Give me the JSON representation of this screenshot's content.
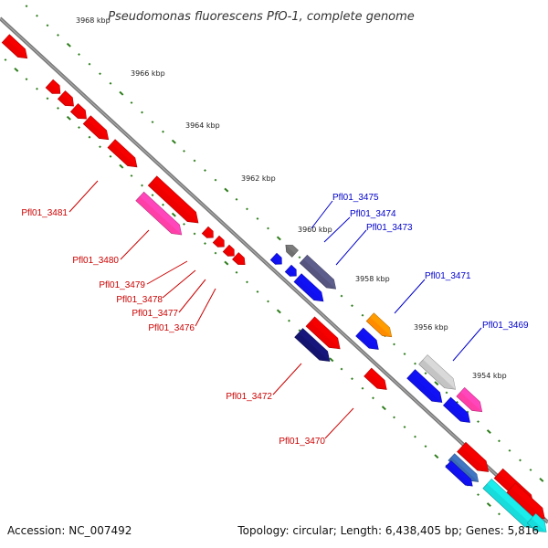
{
  "title": "Pseudomonas fluorescens PfO-1, complete genome",
  "accession_text": "Accession: NC_007492",
  "summary_text": "Topology: circular; Length: 6,438,405 bp; Genes: 5,816",
  "colors": {
    "backbone": "#7a7a7a",
    "tick": "#2e7d1c",
    "forward_gene_label": "#0000cc",
    "reverse_gene_label": "#cc0000",
    "red": "#ee0000",
    "pink": "#ff3fa8",
    "blue": "#1010ee",
    "navy": "#141470",
    "slate": "#55557f",
    "gray": "#707070",
    "lightgray": "#c4c4c4",
    "orange": "#ff8c00",
    "steel": "#3a6ab0",
    "cyan": "#18dcdc"
  },
  "scale_labels": [
    {
      "text": "3968 kbp",
      "kbp": 3968
    },
    {
      "text": "3966 kbp",
      "kbp": 3966
    },
    {
      "text": "3964 kbp",
      "kbp": 3964
    },
    {
      "text": "3962 kbp",
      "kbp": 3962
    },
    {
      "text": "3960 kbp",
      "kbp": 3960
    },
    {
      "text": "3958 kbp",
      "kbp": 3958
    },
    {
      "text": "3956 kbp",
      "kbp": 3956
    },
    {
      "text": "3954 kbp",
      "kbp": 3954
    }
  ],
  "gene_labels": [
    {
      "id": "Pfl01_3475",
      "text": "Pfl01_3475",
      "strand": "forward"
    },
    {
      "id": "Pfl01_3474",
      "text": "Pfl01_3474",
      "strand": "forward"
    },
    {
      "id": "Pfl01_3473",
      "text": "Pfl01_3473",
      "strand": "forward"
    },
    {
      "id": "Pfl01_3471",
      "text": "Pfl01_3471",
      "strand": "forward"
    },
    {
      "id": "Pfl01_3469",
      "text": "Pfl01_3469",
      "strand": "forward"
    },
    {
      "id": "Pfl01_3481",
      "text": "Pfl01_3481",
      "strand": "reverse"
    },
    {
      "id": "Pfl01_3480",
      "text": "Pfl01_3480",
      "strand": "reverse"
    },
    {
      "id": "Pfl01_3479",
      "text": "Pfl01_3479",
      "strand": "reverse"
    },
    {
      "id": "Pfl01_3478",
      "text": "Pfl01_3478",
      "strand": "reverse"
    },
    {
      "id": "Pfl01_3477",
      "text": "Pfl01_3477",
      "strand": "reverse"
    },
    {
      "id": "Pfl01_3476",
      "text": "Pfl01_3476",
      "strand": "reverse"
    },
    {
      "id": "Pfl01_3472",
      "text": "Pfl01_3472",
      "strand": "reverse"
    },
    {
      "id": "Pfl01_3470",
      "text": "Pfl01_3470",
      "strand": "reverse"
    }
  ]
}
